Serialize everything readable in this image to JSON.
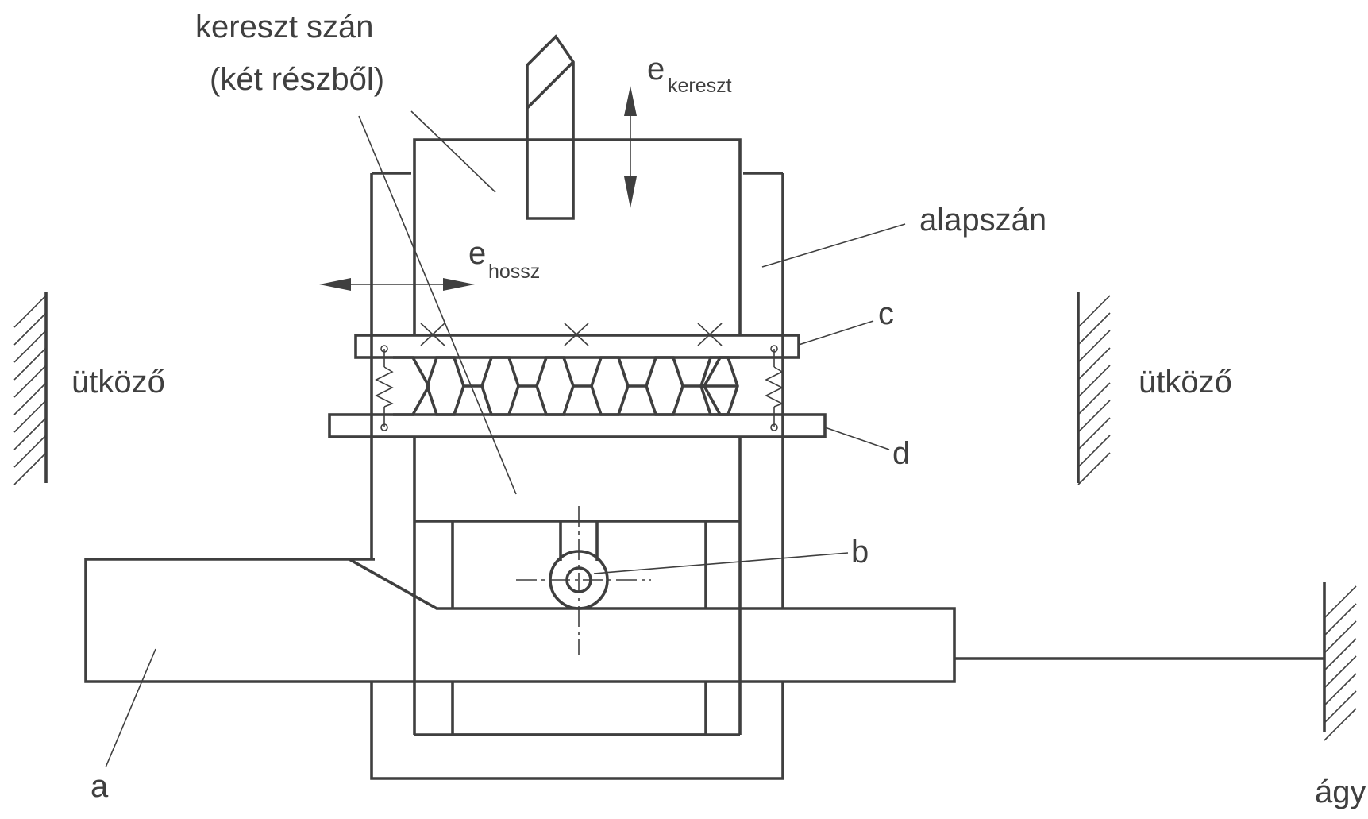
{
  "labels": {
    "kereszt_szan_line1": "kereszt szán",
    "kereszt_szan_line2": "(két részből)",
    "e_kereszt_base": "e",
    "e_kereszt_sub": "kereszt",
    "e_hossz_base": "e",
    "e_hossz_sub": "hossz",
    "alapszan": "alapszán",
    "c": "c",
    "d": "d",
    "b": "b",
    "a": "a",
    "utkozo_left": "ütköző",
    "utkozo_right": "ütköző",
    "agy": "ágy"
  },
  "colors": {
    "line": "#3f3f3f",
    "background": "#ffffff"
  }
}
